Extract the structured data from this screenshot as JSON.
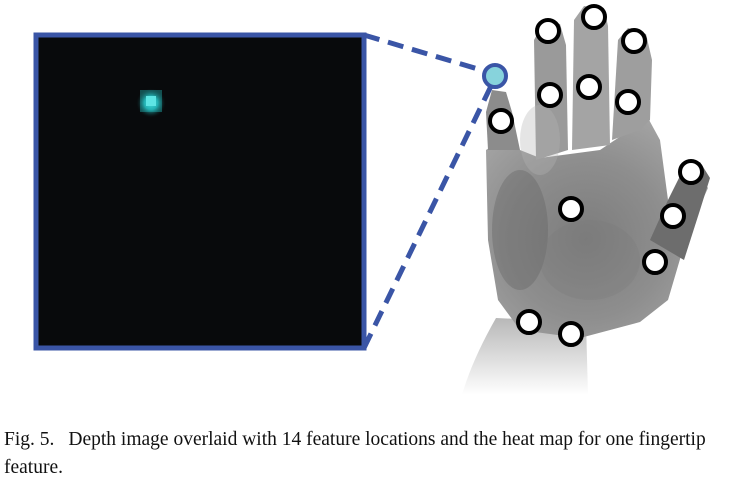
{
  "figure": {
    "label": "Fig. 5.",
    "caption": "Depth image overlaid with 14 feature locations and the heat map for one fingertip feature."
  },
  "colors": {
    "frame_blue": "#3a55a6",
    "heatmap_background": "#080a0c",
    "heatmap_peak": "#27d1d1",
    "highlight_marker": "#87d3dc",
    "feature_marker_fill": "#ffffff",
    "feature_marker_stroke": "#000000"
  },
  "icons": {
    "feature_marker": "white-circle-marker",
    "highlighted_feature": "cyan-circle-marker"
  }
}
